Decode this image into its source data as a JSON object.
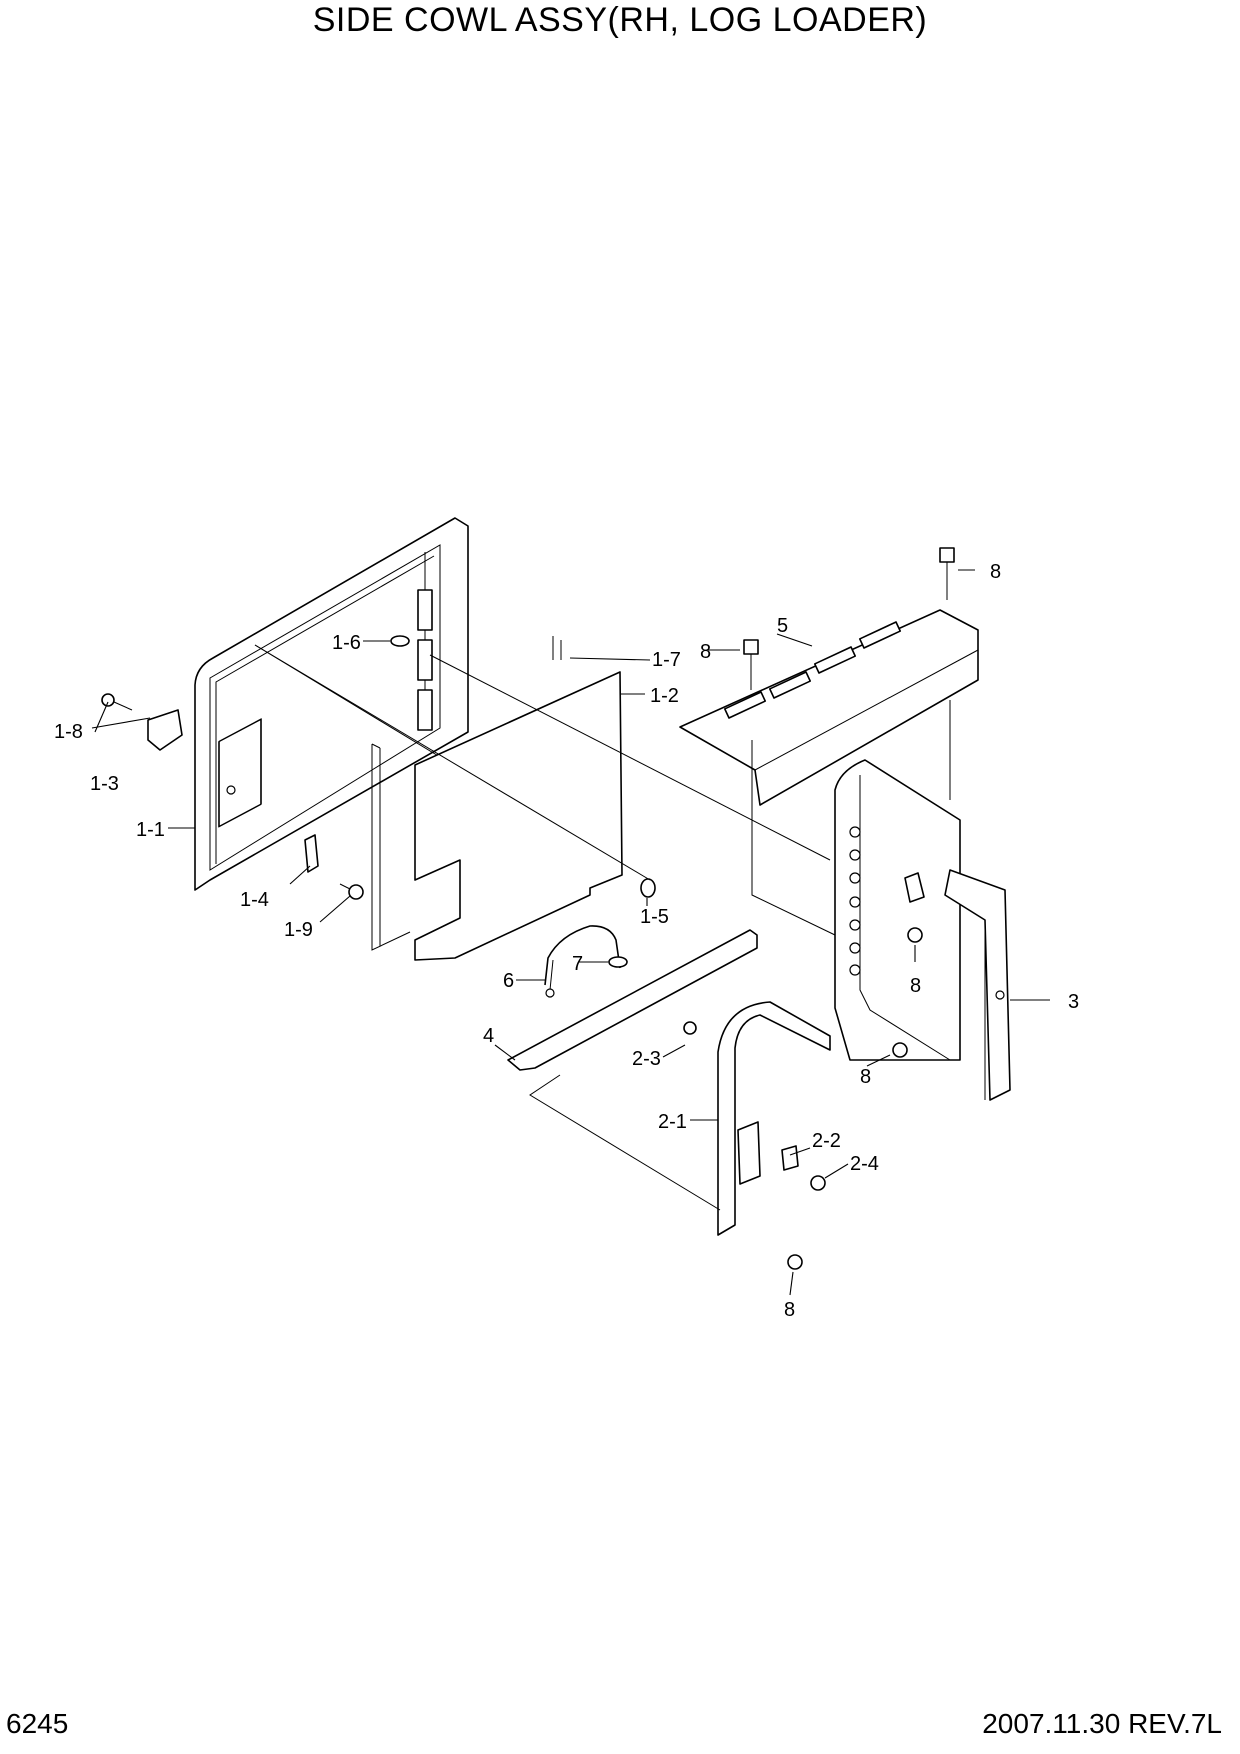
{
  "header": {
    "title": "SIDE COWL ASSY(RH, LOG LOADER)"
  },
  "footer": {
    "page_number": "6245",
    "revision": "2007.11.30  REV.7L"
  },
  "callouts": {
    "c_1_1": "1-1",
    "c_1_2": "1-2",
    "c_1_3": "1-3",
    "c_1_4": "1-4",
    "c_1_5": "1-5",
    "c_1_6": "1-6",
    "c_1_7": "1-7",
    "c_1_8": "1-8",
    "c_1_9": "1-9",
    "c_2_1": "2-1",
    "c_2_2": "2-2",
    "c_2_3": "2-3",
    "c_2_4": "2-4",
    "c_3": "3",
    "c_4": "4",
    "c_5": "5",
    "c_6": "6",
    "c_7": "7",
    "c_8a": "8",
    "c_8b": "8",
    "c_8c": "8",
    "c_8d": "8",
    "c_8e": "8"
  }
}
